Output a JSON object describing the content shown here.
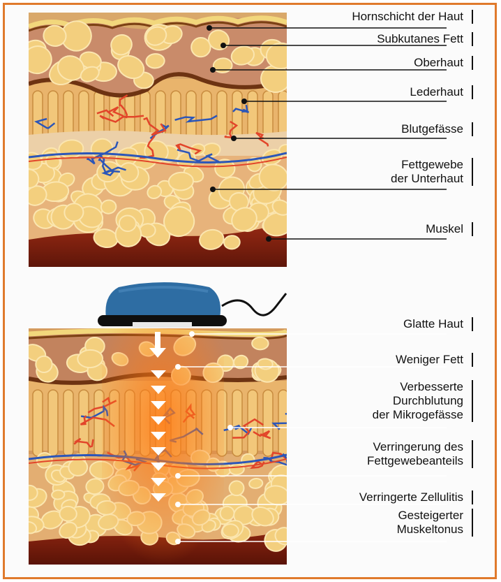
{
  "top_labels": [
    "Hornschicht der Haut",
    "Subkutanes Fett",
    "Oberhaut",
    "Lederhaut",
    "Blutgefässe",
    "Fettgewebe\nder Unterhaut",
    "Muskel"
  ],
  "bottom_labels": [
    "Glatte Haut",
    "Weniger Fett",
    "Verbesserte\nDurchblutung\nder Mikrogefässe",
    "Verringerung des\nFettgewebeanteils",
    "Verringerte Zellulitis",
    "Gesteigerter\nMuskeltonus"
  ],
  "colors": {
    "frame": "#e07a2c",
    "fat_cell": "#f3cf7e",
    "muscle": "#7a1d0e",
    "device": "#2e6da3",
    "vessel_red": "#e2452a",
    "vessel_blue": "#2c56b8"
  }
}
